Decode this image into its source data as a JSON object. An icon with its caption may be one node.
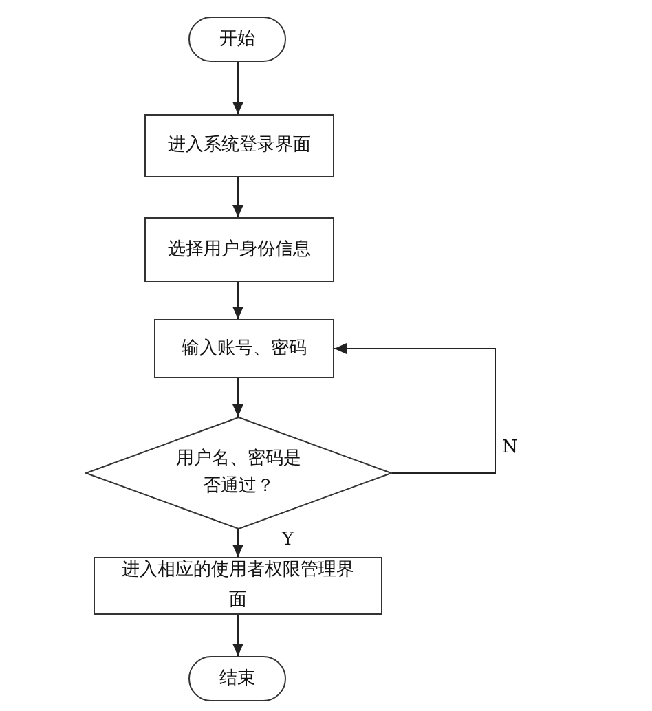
{
  "diagram": {
    "nodes": [
      {
        "text": [
          "开始"
        ]
      },
      {
        "text": [
          "进入系统登录界面"
        ]
      },
      {
        "text": [
          "选择用户身份信息"
        ]
      },
      {
        "text": [
          "输入账号、密码"
        ]
      },
      {
        "text": [
          "用户名、密码是否通过？"
        ]
      },
      {
        "text": [
          "进入相应的使用者权限管理界面"
        ]
      },
      {
        "text": [
          "结束"
        ]
      }
    ],
    "edges": [
      {
        "from": 0,
        "to": 1,
        "arrow": "to"
      },
      {
        "from": 1,
        "to": 2,
        "arrow": "to"
      },
      {
        "from": 2,
        "to": 3,
        "arrow": "to"
      },
      {
        "from": 3,
        "to": 4,
        "arrow": "to"
      },
      {
        "from": 4,
        "to": 5,
        "arrow": "to",
        "label": "Y"
      },
      {
        "from": 4,
        "to": 3,
        "arrow": "to",
        "label": "N"
      },
      {
        "from": 5,
        "to": 6,
        "arrow": "to"
      }
    ]
  }
}
